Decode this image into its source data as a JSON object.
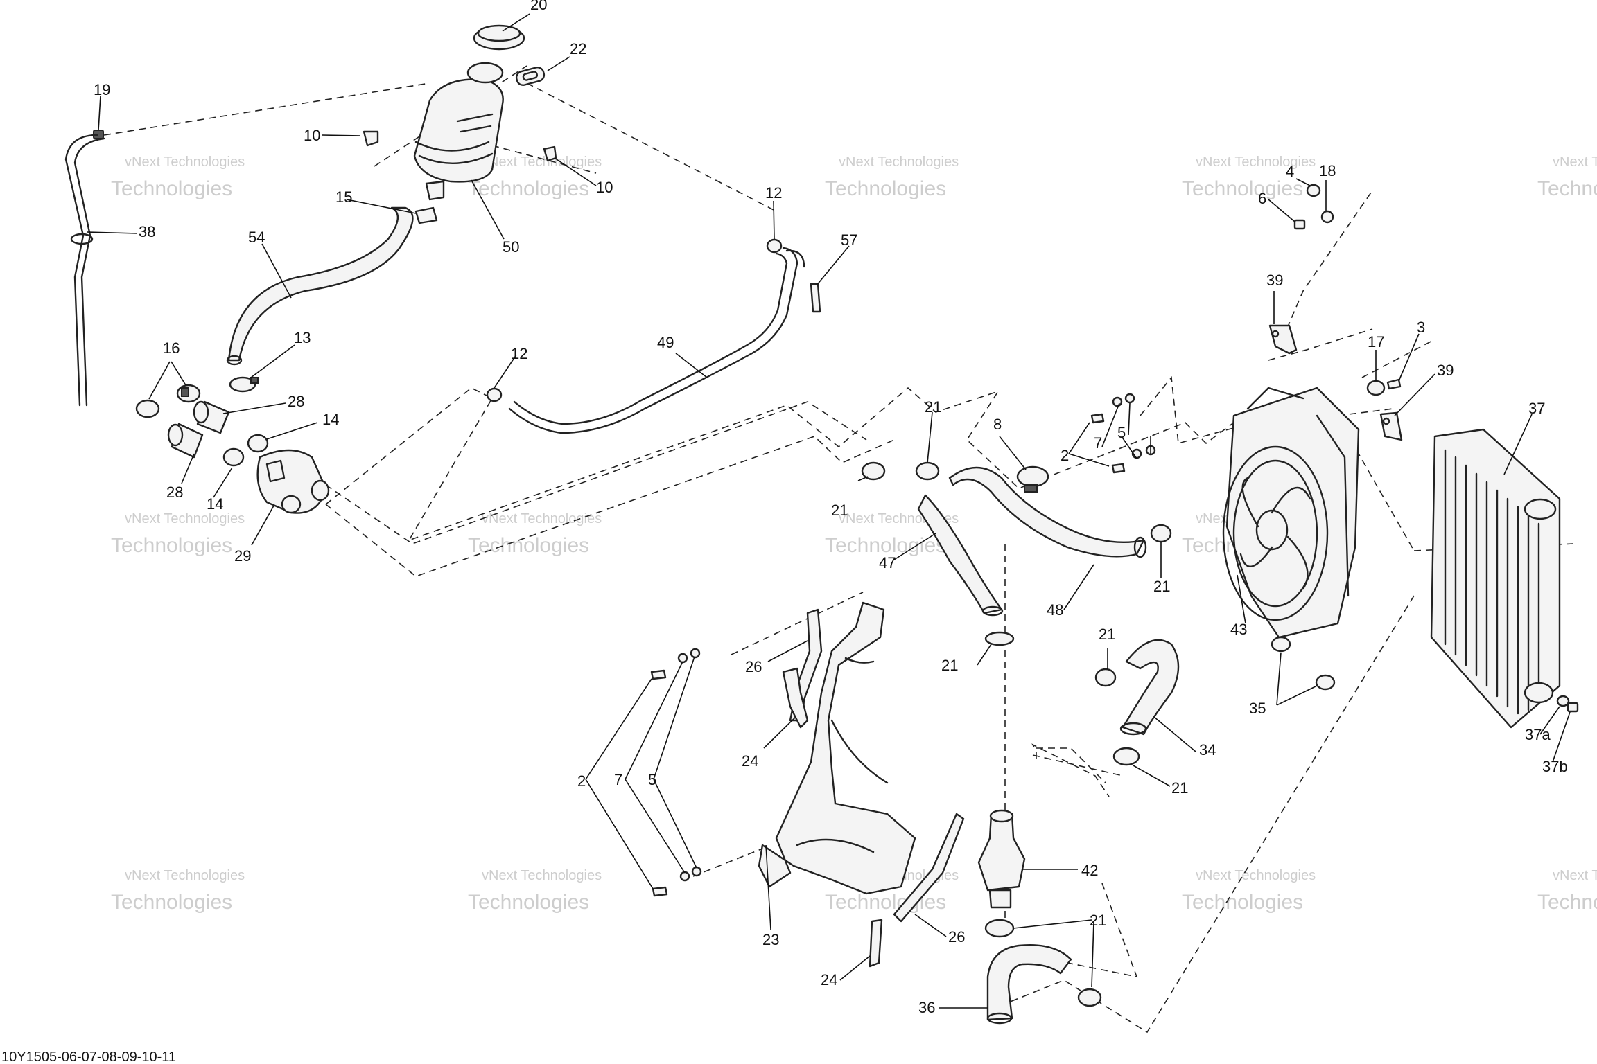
{
  "watermark": {
    "line1": "vNext Technologies",
    "line2": "Technologies"
  },
  "reference_code": "10Y1505-06-07-08-09-10-11",
  "callouts": {
    "c20": "20",
    "c22": "22",
    "c19": "19",
    "c10a": "10",
    "c10b": "10",
    "c15": "15",
    "c50": "50",
    "c38": "38",
    "c54": "54",
    "c13": "13",
    "c16": "16",
    "c28a": "28",
    "c14a": "14",
    "c28b": "28",
    "c14b": "14",
    "c29": "29",
    "c12a": "12",
    "c12b": "12",
    "c57": "57",
    "c49": "49",
    "c4": "4",
    "c18": "18",
    "c6": "6",
    "c39a": "39",
    "c17": "17",
    "c3": "3",
    "c39b": "39",
    "c37": "37",
    "c21a": "21",
    "c8": "8",
    "c2a": "2",
    "c7a": "7",
    "c5a": "5",
    "c21b": "21",
    "c47": "47",
    "c48": "48",
    "c21c": "21",
    "c43": "43",
    "c21d": "21",
    "c21e": "21",
    "c34": "34",
    "c21f": "21",
    "c35": "35",
    "c37a": "37a",
    "c37b": "37b",
    "c26a": "26",
    "c24a": "24",
    "c2b": "2",
    "c7b": "7",
    "c5b": "5",
    "c42": "42",
    "c23": "23",
    "c26b": "26",
    "c21g": "21",
    "c24b": "24",
    "c36": "36"
  }
}
